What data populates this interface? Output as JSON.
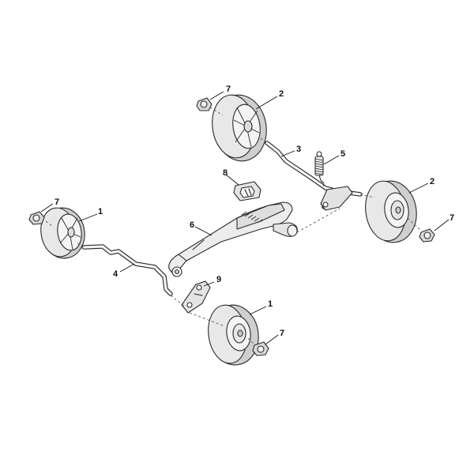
{
  "callouts": {
    "c1a": "1",
    "c1b": "1",
    "c2a": "2",
    "c2b": "2",
    "c3": "3",
    "c4": "4",
    "c5": "5",
    "c6": "6",
    "c7a": "7",
    "c7b": "7",
    "c7c": "7",
    "c7d": "7",
    "c8": "8",
    "c9": "9"
  }
}
